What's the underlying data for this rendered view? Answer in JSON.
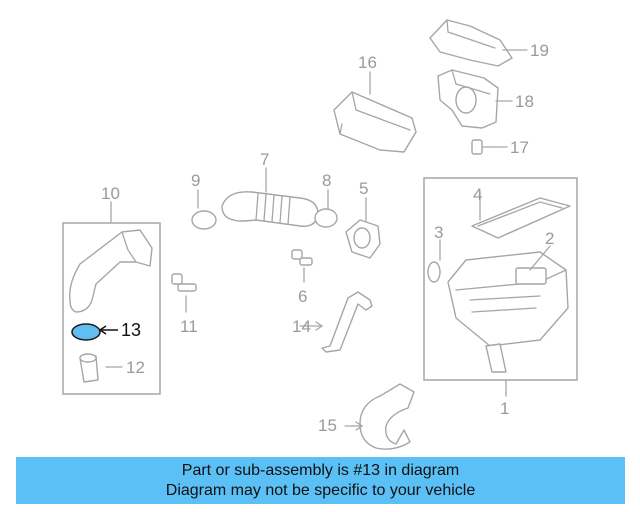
{
  "diagram": {
    "highlighted_part": "13",
    "highlight_color": "#62bdf0",
    "part_labels": {
      "p1": "1",
      "p2": "2",
      "p3": "3",
      "p4": "4",
      "p5": "5",
      "p6": "6",
      "p7": "7",
      "p8": "8",
      "p9": "9",
      "p10": "10",
      "p11": "11",
      "p12": "12",
      "p13": "13",
      "p14": "14",
      "p15": "15",
      "p16": "16",
      "p17": "17",
      "p18": "18",
      "p19": "19"
    }
  },
  "banner": {
    "line1": "Part or sub-assembly is #13 in diagram",
    "line2": "Diagram may not be specific to your vehicle",
    "background": "#5bc0f5"
  }
}
